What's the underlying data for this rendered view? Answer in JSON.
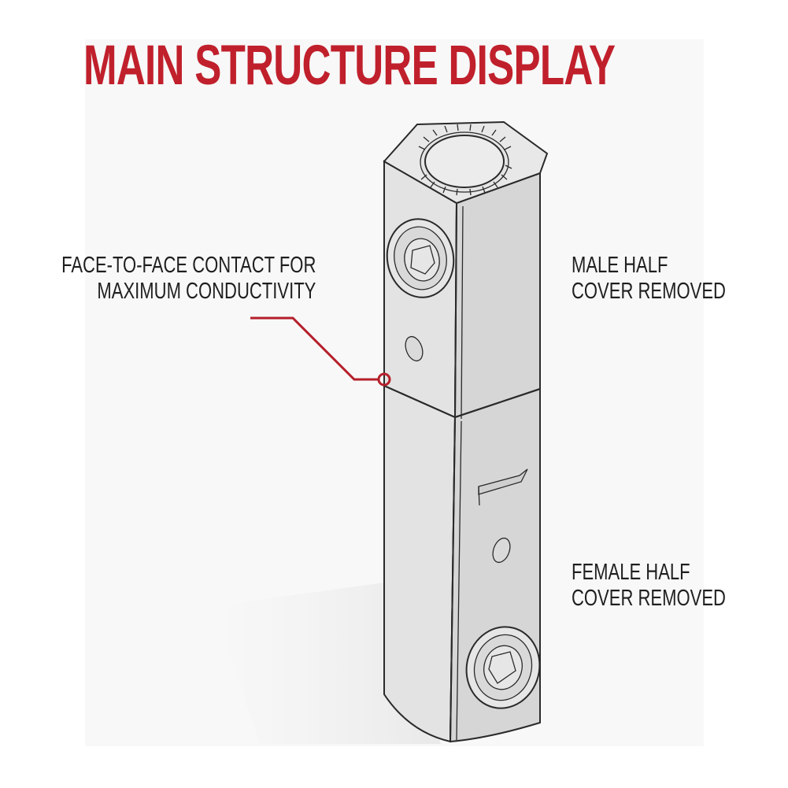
{
  "title": "MAIN STRUCTURE DISPLAY",
  "callouts": {
    "contact": {
      "line1": "FACE-TO-FACE CONTACT FOR",
      "line2": "MAXIMUM CONDUCTIVITY"
    },
    "male": {
      "line1": "MALE HALF",
      "line2": "COVER REMOVED"
    },
    "female": {
      "line1": "FEMALE HALF",
      "line2": "COVER REMOVED"
    }
  },
  "colors": {
    "title": "#c0202c",
    "leader": "#b51f2a",
    "body_light": "#e3e3e3",
    "body_dark": "#d6d6d6",
    "outline": "#2a2a2a"
  }
}
